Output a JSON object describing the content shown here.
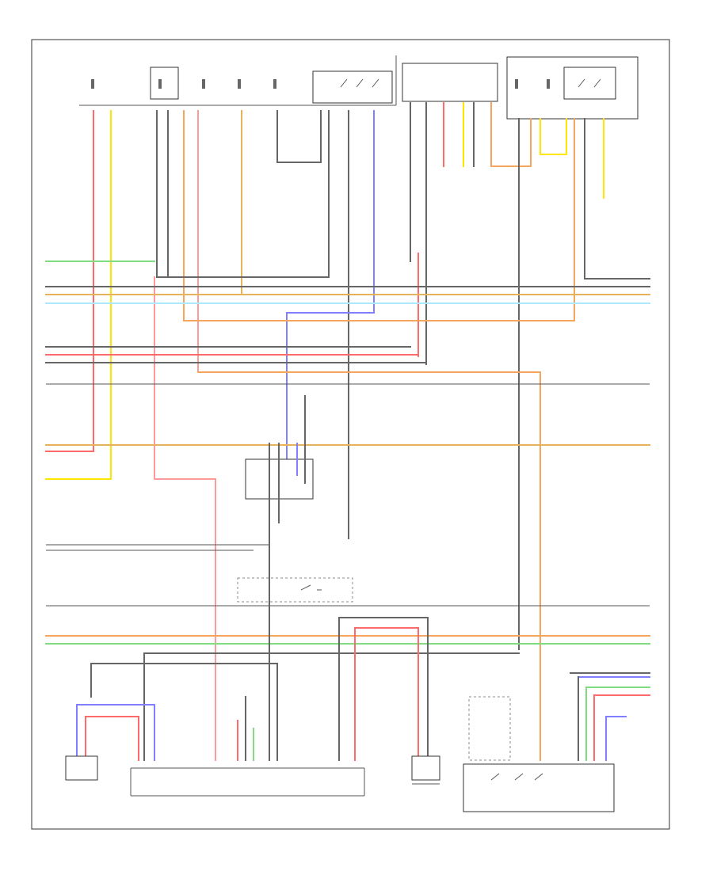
{
  "page_ref": "",
  "wire_colors": {
    "red": "#ff6b6b",
    "yellow": "#ffe600",
    "green": "#7fdc7f",
    "orange": "#ffb347",
    "tan": "#e6b35a",
    "light_blue": "#aee8ff",
    "blue": "#7f7fff",
    "gray": "#666666",
    "pink": "#ff9a9a",
    "light_orange": "#f7a55c"
  },
  "components": [
    {
      "id": "fuse-block-1",
      "label": ""
    },
    {
      "id": "fuse-block-2",
      "label": ""
    },
    {
      "id": "relay-block-top",
      "label": ""
    },
    {
      "id": "relay-block-right",
      "label": ""
    },
    {
      "id": "connector-left-bottom",
      "label": ""
    },
    {
      "id": "control-module-bottom",
      "label": ""
    },
    {
      "id": "sensor-bottom-center",
      "label": ""
    },
    {
      "id": "switch-bottom-right",
      "label": ""
    }
  ]
}
